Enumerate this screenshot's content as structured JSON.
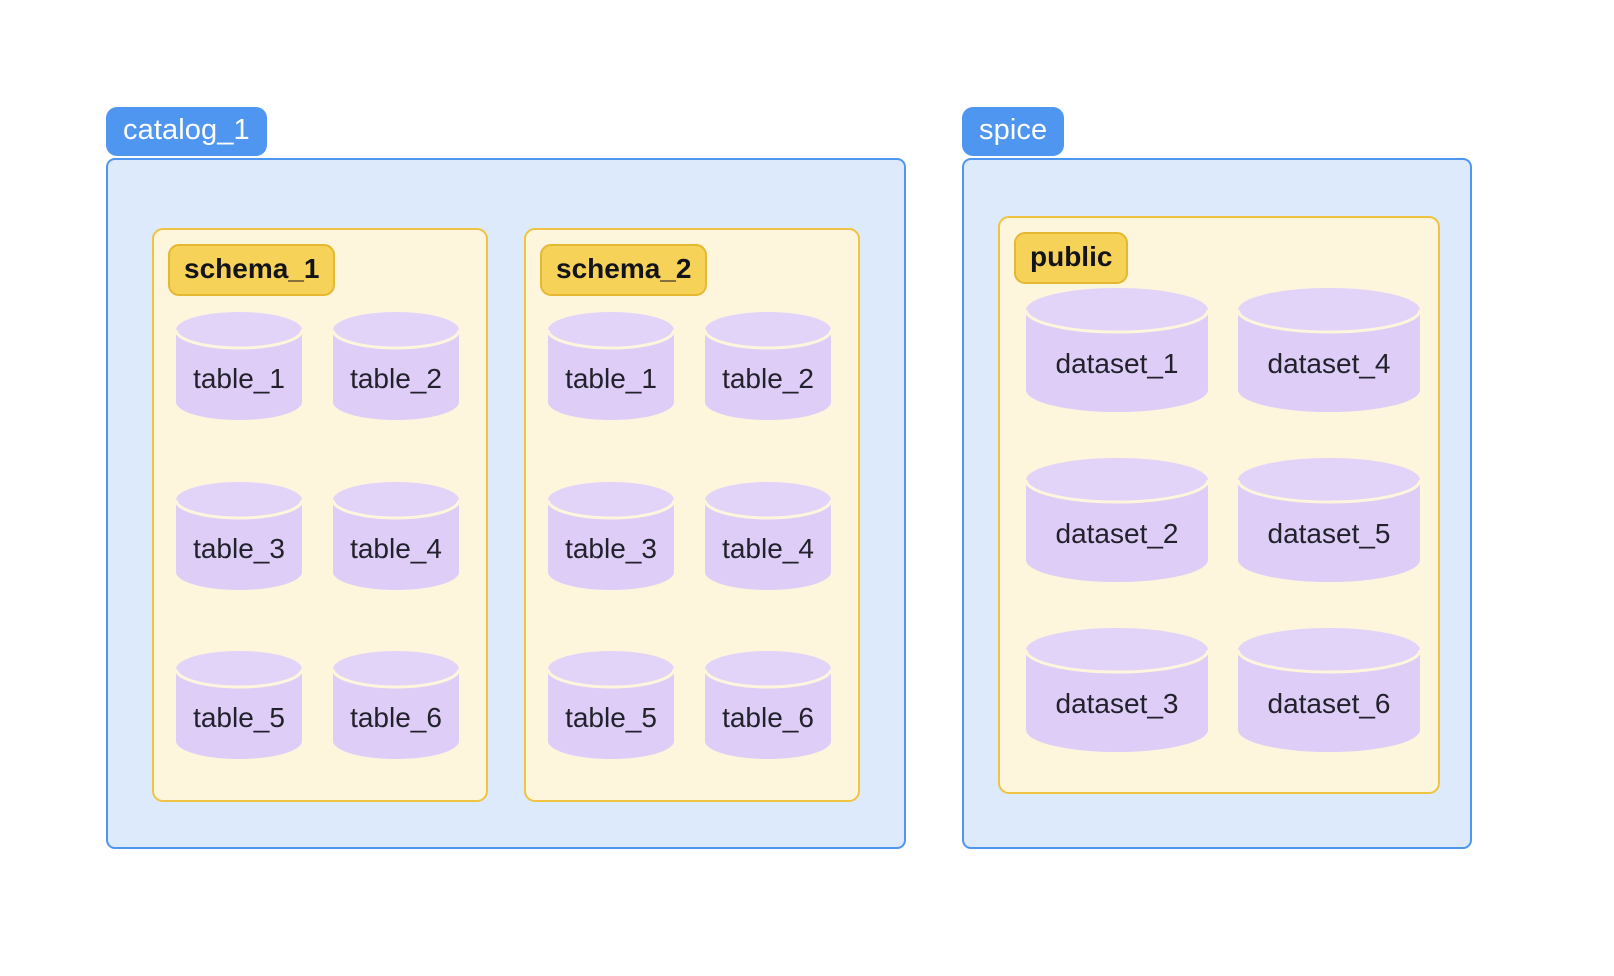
{
  "diagram": {
    "title_groups": [
      {
        "name": "catalog_1",
        "pill_color": "#4f96f0",
        "box_fill": "#ddeafb",
        "schemas": [
          {
            "name": "schema_1",
            "pill_color": "#f7d259",
            "box_fill": "#fdf6dd",
            "objects": [
              {
                "label": "table_1"
              },
              {
                "label": "table_2"
              },
              {
                "label": "table_3"
              },
              {
                "label": "table_4"
              },
              {
                "label": "table_5"
              },
              {
                "label": "table_6"
              }
            ]
          },
          {
            "name": "schema_2",
            "pill_color": "#f7d259",
            "box_fill": "#fdf6dd",
            "objects": [
              {
                "label": "table_1"
              },
              {
                "label": "table_2"
              },
              {
                "label": "table_3"
              },
              {
                "label": "table_4"
              },
              {
                "label": "table_5"
              },
              {
                "label": "table_6"
              }
            ]
          }
        ]
      },
      {
        "name": "spice",
        "pill_color": "#4f96f0",
        "box_fill": "#ddeafb",
        "schemas": [
          {
            "name": "public",
            "pill_color": "#f7d259",
            "box_fill": "#fdf6dd",
            "objects": [
              {
                "label": "dataset_1"
              },
              {
                "label": "dataset_4"
              },
              {
                "label": "dataset_2"
              },
              {
                "label": "dataset_5"
              },
              {
                "label": "dataset_3"
              },
              {
                "label": "dataset_6"
              }
            ]
          }
        ]
      }
    ],
    "colors": {
      "background": "#ffffff",
      "group_border": "#4f96f0",
      "group_fill": "#ddeafb",
      "schema_border": "#f0c440",
      "schema_fill": "#fdf6dd",
      "schema_pill_fill": "#f7d259",
      "schema_pill_border": "#e5b832",
      "cylinder_body": "#ddcdf7",
      "cylinder_top": "#e2d3f9",
      "cylinder_seam": "#fdf6dd",
      "text_dark": "#22222c",
      "text_light": "#ffffff"
    }
  }
}
